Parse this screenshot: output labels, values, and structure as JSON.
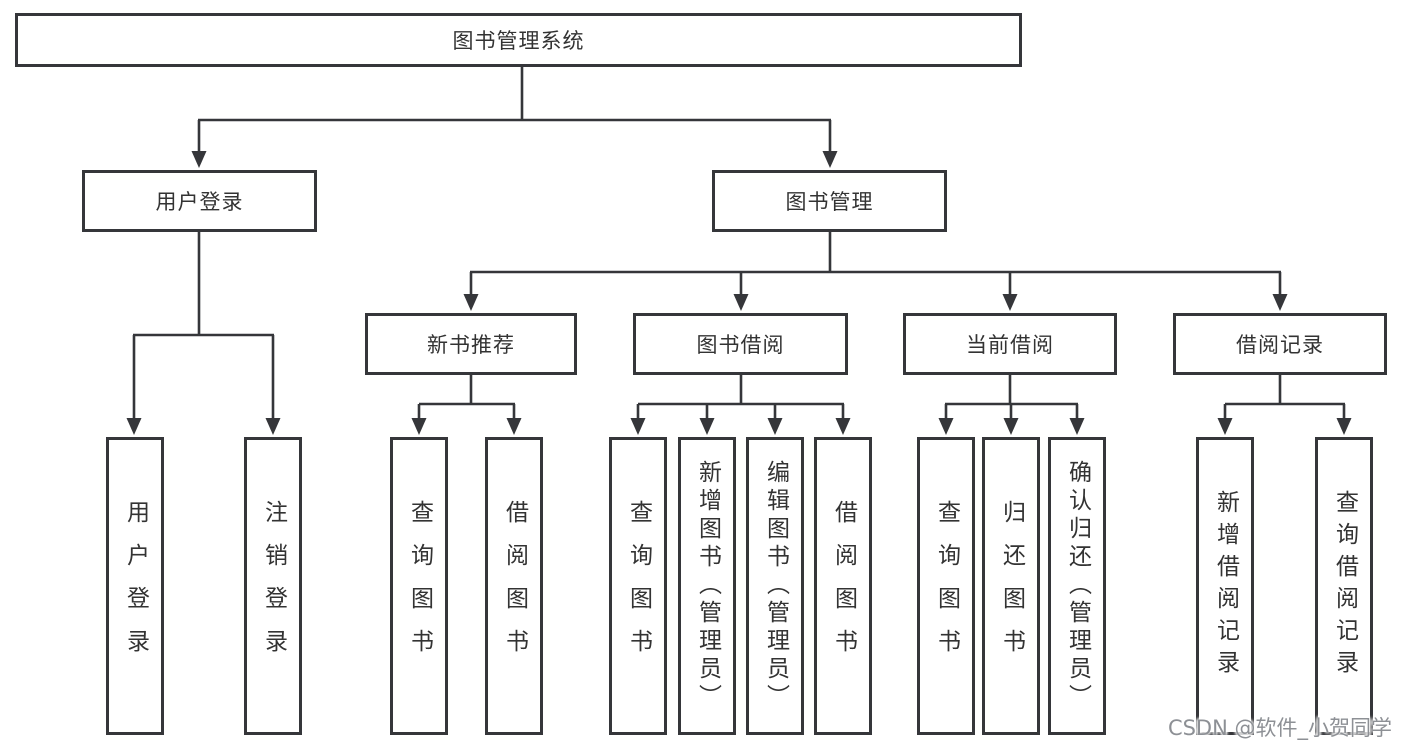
{
  "tree": {
    "label": "图书管理系统",
    "children": [
      {
        "label": "用户登录",
        "children": [
          {
            "label": "用户登录"
          },
          {
            "label": "注销登录"
          }
        ]
      },
      {
        "label": "图书管理",
        "children": [
          {
            "label": "新书推荐",
            "children": [
              {
                "label": "查询图书"
              },
              {
                "label": "借阅图书"
              }
            ]
          },
          {
            "label": "图书借阅",
            "children": [
              {
                "label": "查询图书"
              },
              {
                "label": "新增图书（管理员）"
              },
              {
                "label": "编辑图书（管理员）"
              },
              {
                "label": "借阅图书"
              }
            ]
          },
          {
            "label": "当前借阅",
            "children": [
              {
                "label": "查询图书"
              },
              {
                "label": "归还图书"
              },
              {
                "label": "确认归还（管理员）"
              }
            ]
          },
          {
            "label": "借阅记录",
            "children": [
              {
                "label": "新增借阅记录"
              },
              {
                "label": "查询借阅记录"
              }
            ]
          }
        ]
      }
    ]
  },
  "watermark": {
    "text": "CSDN @软件_小贺同学"
  },
  "colors": {
    "line": "#35363a",
    "text": "#333333",
    "watermark": "#8d9095",
    "background": "#ffffff"
  }
}
